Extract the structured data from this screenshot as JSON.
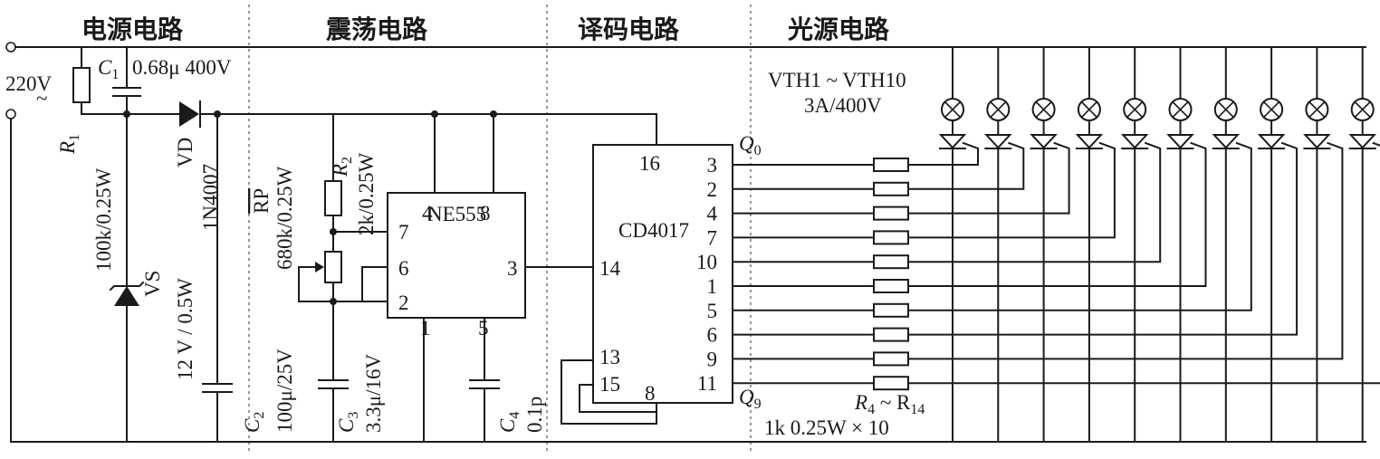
{
  "sections": {
    "power": "电源电路",
    "oscillator": "震荡电路",
    "decoder": "译码电路",
    "light": "光源电路"
  },
  "labels": {
    "ac_voltage": "220V",
    "ac_symbol": "~",
    "c1_name": "C",
    "c1_sub": "1",
    "c1_value": "0.68μ  400V",
    "r1_name": "R",
    "r1_sub": "1",
    "r1_value": "100k/0.25W",
    "vd_name": "VD",
    "vd_value": "1N4007",
    "vs_name": "VS",
    "vs_value": "12 V / 0.5W",
    "rp_name": "RP",
    "rp_value": "680k/0.25W",
    "r2_name": "R",
    "r2_sub": "2",
    "r2_value": "2k/0.25W",
    "c2_name": "C",
    "c2_sub": "2",
    "c2_value": "100μ/25V",
    "c3_name": "C",
    "c3_sub": "3",
    "c3_value": "3.3μ/16V",
    "c4_name": "C",
    "c4_sub": "4",
    "c4_value": "0.1p",
    "ne555": "NE555",
    "cd4017": "CD4017",
    "vth_range": "VTH1 ~ VTH10",
    "vth_rating": "3A/400V",
    "q0": "Q",
    "q0_sub": "0",
    "q9": "Q",
    "q9_sub": "9",
    "r4_name": "R",
    "r4_sub": "4",
    "r14_sep": " ~ R",
    "r14_sub": "14",
    "res_value": "1k  0.25W × 10"
  },
  "ne555_pins": {
    "p4": "4",
    "p8": "8",
    "p7": "7",
    "p6": "6",
    "p2": "2",
    "p1": "1",
    "p5": "5",
    "p3": "3"
  },
  "cd4017_pins": {
    "p16": "16",
    "p14": "14",
    "p13": "13",
    "p15": "15",
    "p8": "8",
    "outputs": [
      "3",
      "2",
      "4",
      "7",
      "10",
      "1",
      "5",
      "6",
      "9",
      "11"
    ]
  }
}
